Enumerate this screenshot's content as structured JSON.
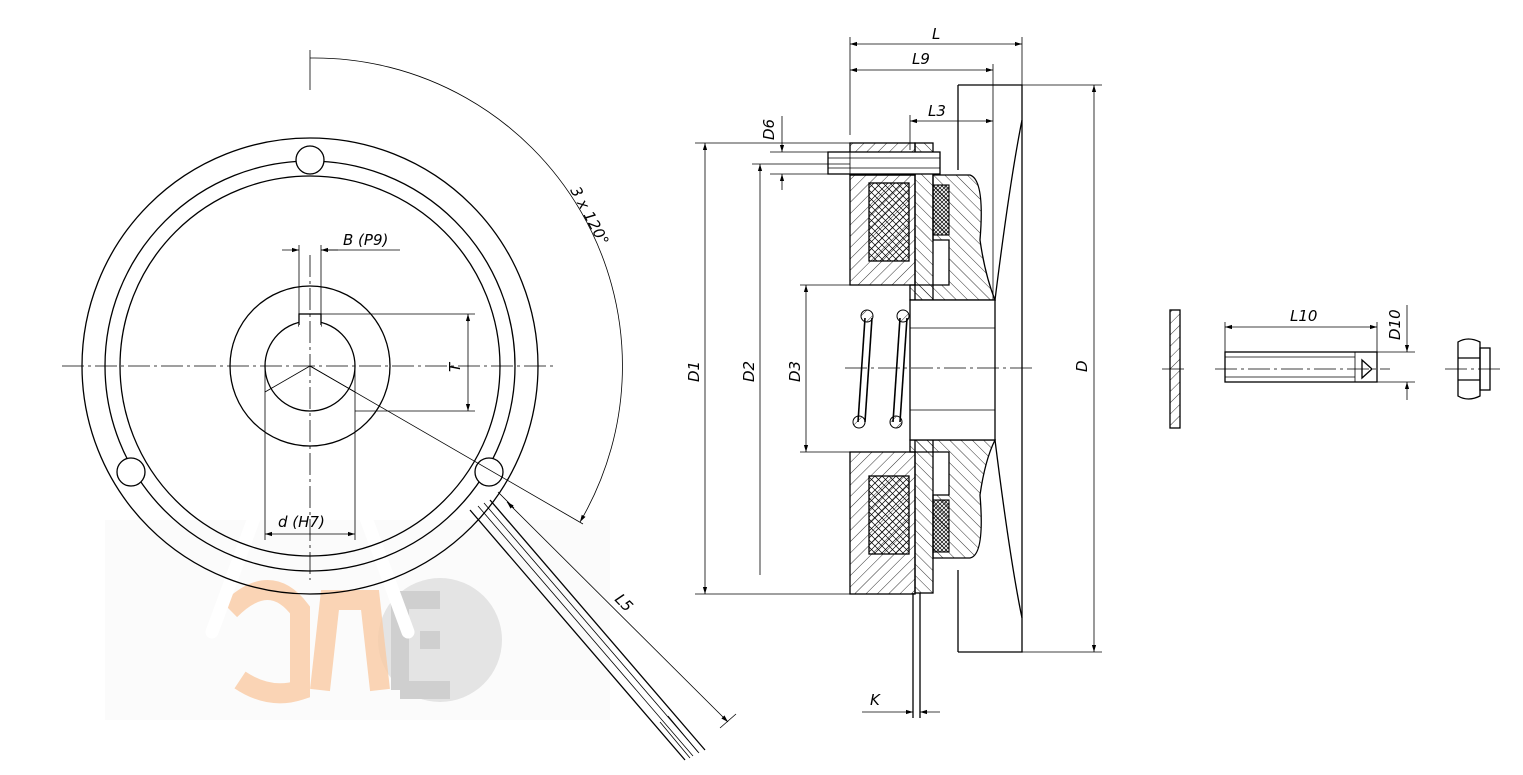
{
  "labels": {
    "L": "L",
    "L9": "L9",
    "L3": "L3",
    "D6": "D6",
    "D1": "D1",
    "D2": "D2",
    "D3": "D3",
    "D": "D",
    "K": "K",
    "L10": "L10",
    "D10": "D10",
    "B": "B (P9)",
    "T": "T",
    "d": "d (H7)",
    "L5": "L5",
    "angle": "3 x 120°"
  },
  "watermark": {
    "colors": {
      "orange": "#f5a05a",
      "gray": "#b8b8b8"
    }
  }
}
